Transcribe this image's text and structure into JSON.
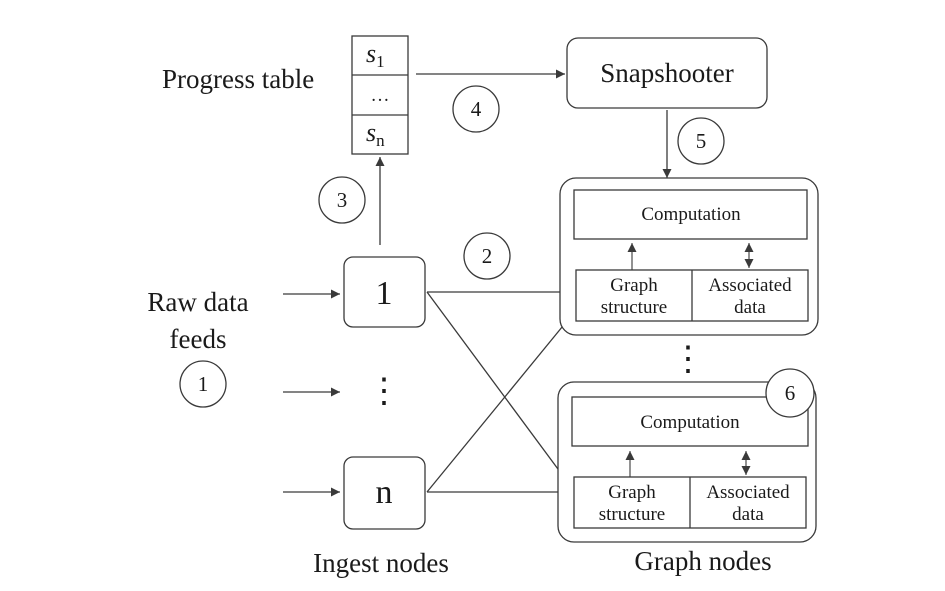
{
  "progress_table": {
    "label": "Progress table",
    "cell_first": "s",
    "cell_first_sub": "1",
    "cell_middle": "…",
    "cell_last": "s",
    "cell_last_sub": "n"
  },
  "snapshooter": {
    "label": "Snapshooter"
  },
  "raw_data": {
    "line1": "Raw data",
    "line2": "feeds"
  },
  "ingest": {
    "node_first": "1",
    "node_dots": "⋮",
    "node_last": "n",
    "caption": "Ingest nodes"
  },
  "graph": {
    "caption": "Graph nodes",
    "dots": "⋮",
    "computation": "Computation",
    "structure_line1": "Graph",
    "structure_line2": "structure",
    "assoc_line1": "Associated",
    "assoc_line2": "data"
  },
  "steps": [
    "1",
    "2",
    "3",
    "4",
    "5",
    "6"
  ],
  "colors": {
    "stroke": "#3a3a3a",
    "text": "#1a1a1a"
  }
}
